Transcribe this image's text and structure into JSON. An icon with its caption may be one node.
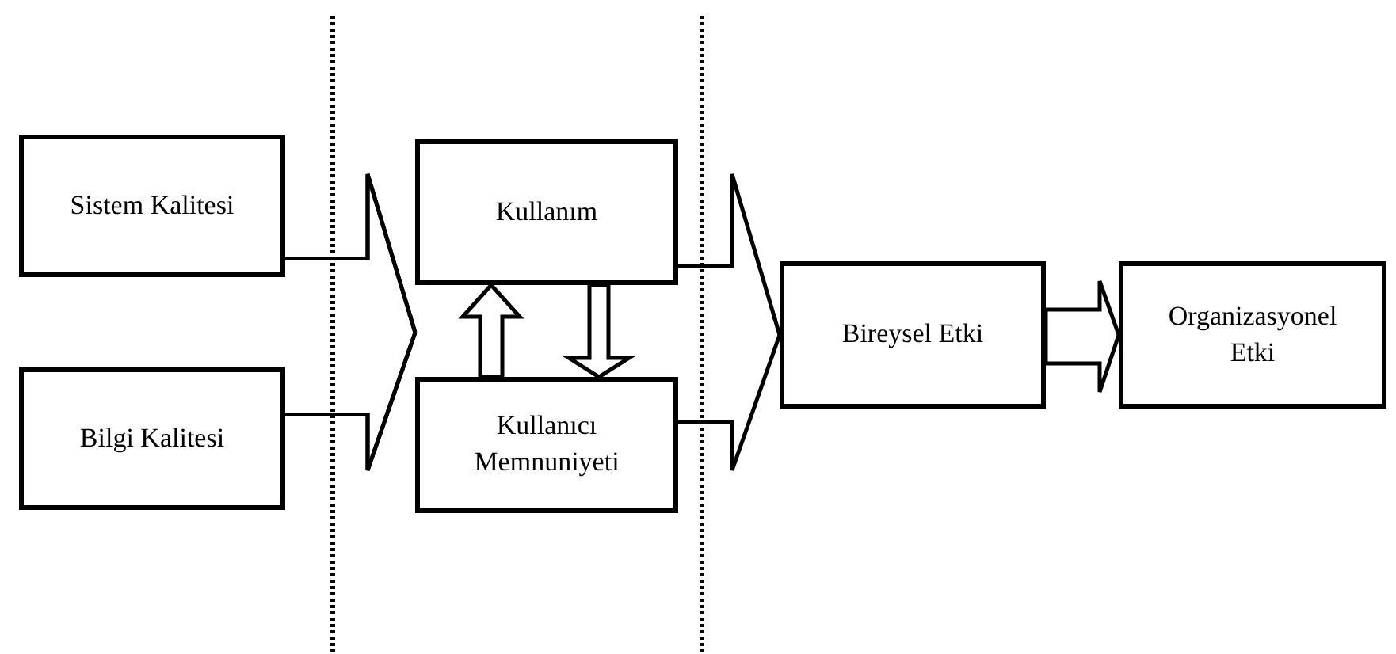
{
  "diagram": {
    "nodes": [
      {
        "text": [
          "Sistem Kalitesi"
        ]
      },
      {
        "text": [
          "Bilgi Kalitesi"
        ]
      },
      {
        "text": [
          "Kullanım"
        ]
      },
      {
        "text": [
          "Kullanıcı Memnuniyeti"
        ]
      },
      {
        "text": [
          "Bireysel Etki"
        ]
      },
      {
        "text": [
          "Organizasyonel Etki"
        ]
      }
    ],
    "edges": [
      {
        "from": 0,
        "to": 2,
        "arrow": "to"
      },
      {
        "from": 0,
        "to": 3,
        "arrow": "to"
      },
      {
        "from": 1,
        "to": 2,
        "arrow": "to"
      },
      {
        "from": 1,
        "to": 3,
        "arrow": "to"
      },
      {
        "from": 3,
        "to": 2,
        "arrow": "to"
      },
      {
        "from": 2,
        "to": 3,
        "arrow": "to"
      },
      {
        "from": 2,
        "to": 4,
        "arrow": "to"
      },
      {
        "from": 3,
        "to": 4,
        "arrow": "to"
      },
      {
        "from": 4,
        "to": 5,
        "arrow": "to"
      }
    ]
  }
}
